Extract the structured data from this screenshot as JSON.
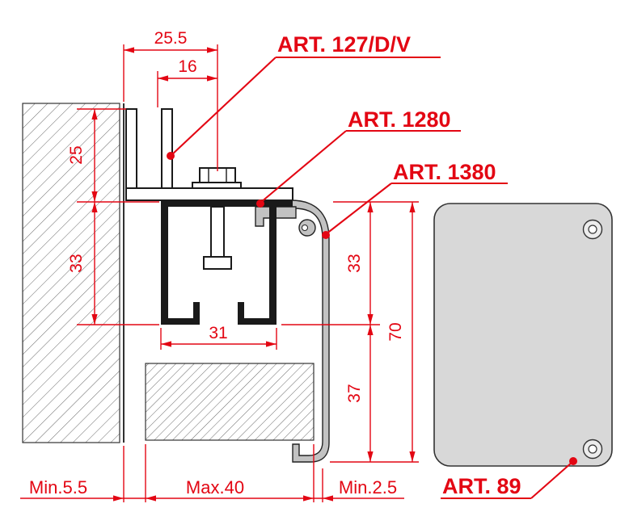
{
  "drawing": {
    "labels": {
      "art_127": "ART. 127/D/V",
      "art_1280": "ART. 1280",
      "art_1380": "ART. 1380",
      "art_89": "ART. 89"
    },
    "dimensions": {
      "wall_to_bolt_axis": "25.5",
      "bracket_to_bolt_axis": "16",
      "bracket_height": "25",
      "track_height": "33",
      "track_width": "31",
      "cover_upper_height": "33",
      "cover_total_height": "70",
      "cover_lower_height": "37",
      "wall_clearance": "Min.5.5",
      "door_max_thickness": "Max.40",
      "door_clearance": "Min.2.5"
    },
    "colors": {
      "annotation_red": "#e30613",
      "profile_gray": "#c2c2c2",
      "cover_plate_gray": "#d8d8d8",
      "line_black": "#1a1a1a"
    }
  }
}
